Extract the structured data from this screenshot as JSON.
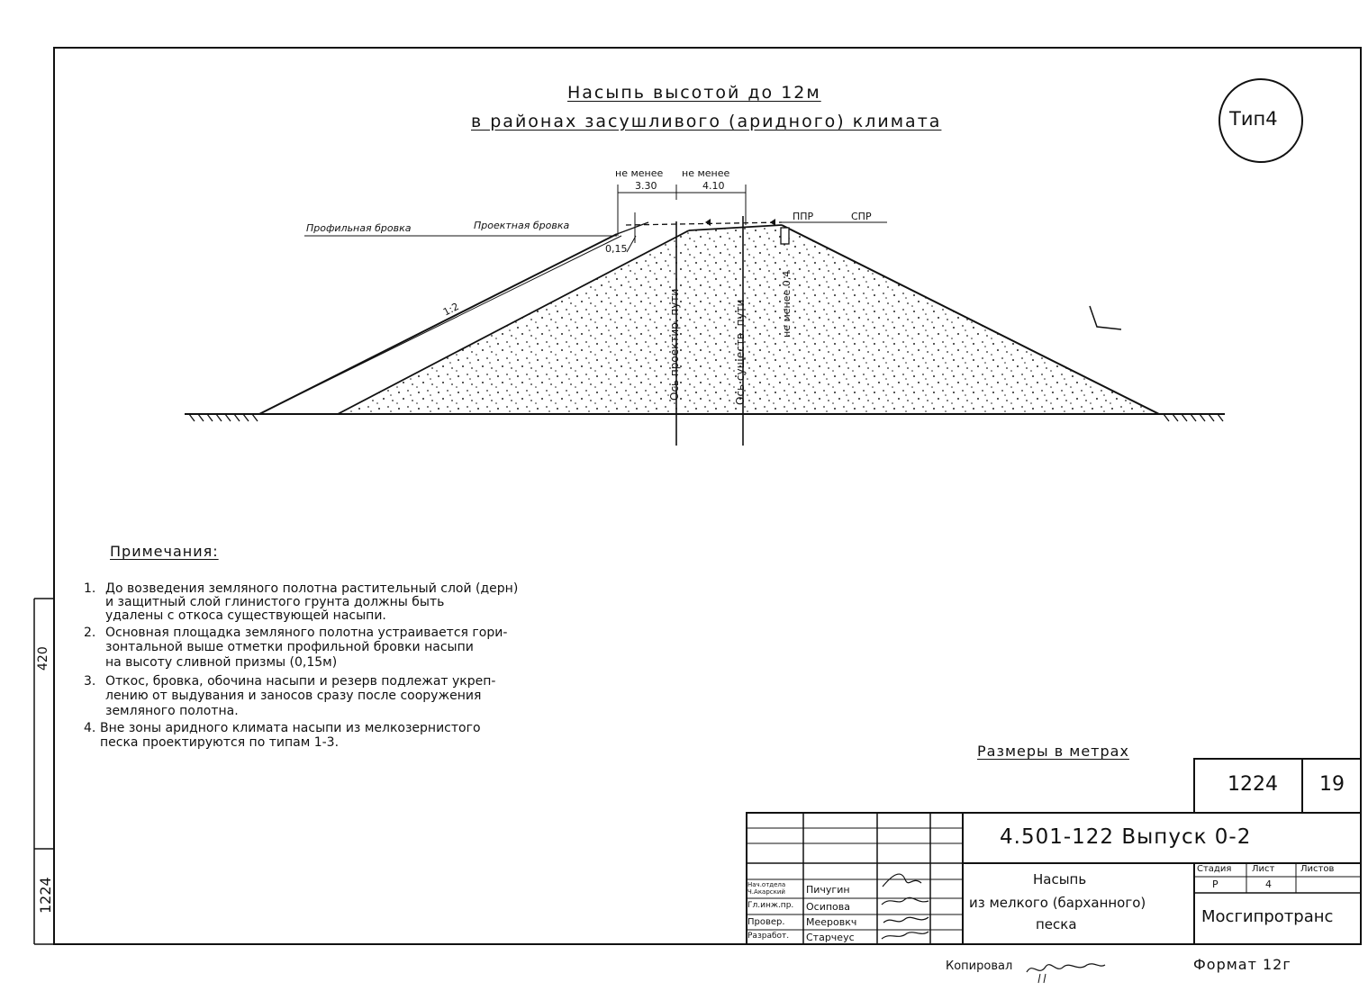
{
  "title": {
    "line1": "Насыпь высотой до 12м",
    "line2": "в районах засушливого (аридного) климата"
  },
  "type_badge": "Тип4",
  "drawing": {
    "dim_label_1": "не менее",
    "dim_label_2": "не менее",
    "dim_value_1": "3.30",
    "dim_value_2": "4.10",
    "profile_edge": "Профильная бровка",
    "project_edge": "Проектная бровка",
    "ppr": "ППР",
    "spr": "СПР",
    "value_015": "0,15",
    "slope": "1:2",
    "axis_project": "Ось проектир. пути",
    "axis_existing": "Ось существ. пути",
    "min_04": "не менее 0,4"
  },
  "notes": {
    "heading": "Примечания:",
    "items": [
      {
        "num": "1.",
        "lines": [
          "До возведения земляного полотна растительный слой (дерн)",
          "и защитный слой глинистого грунта должны быть",
          "удалены с откоса существующей насыпи."
        ]
      },
      {
        "num": "2.",
        "lines": [
          "Основная площадка земляного полотна устраивается гори-",
          "зонтальной выше отметки профильной бровки насыпи",
          "на высоту сливной призмы (0,15м)"
        ]
      },
      {
        "num": "3.",
        "lines": [
          "Откос, бровка, обочина насыпи и резерв подлежат укреп-",
          "лению от выдувания и заносов сразу после сооружения",
          "земляного полотна."
        ]
      },
      {
        "num": "4.",
        "lines": [
          "Вне зоны аридного климата насыпи из мелкозернистого",
          "песка проектируются по типам 1-3."
        ]
      }
    ]
  },
  "units_note": "Размеры в метрах",
  "stamp": {
    "inventory": "1224",
    "sheet_no": "19",
    "code": "4.501-122   Выпуск 0-2",
    "drawing_name": [
      "Насыпь",
      "из мелкого (барханного)",
      "песка"
    ],
    "stage_label": "Стадия",
    "sheet_label": "Лист",
    "sheets_label": "Листов",
    "stage_value": "Р",
    "sheet_value": "4",
    "sheets_value": "",
    "organization": "Мосгипротранс",
    "roles": [
      "Нач.отдела Ч.Акарский",
      "Гл.инж.пр.",
      "Провер.",
      "Разработ."
    ],
    "names": [
      "Пичугин",
      "Осипова",
      "Мееровкч",
      "Старчеус"
    ]
  },
  "copied_by": "Копировал",
  "format": "Формат 12г",
  "side_stamp": {
    "top": "420",
    "bottom": "1224"
  }
}
